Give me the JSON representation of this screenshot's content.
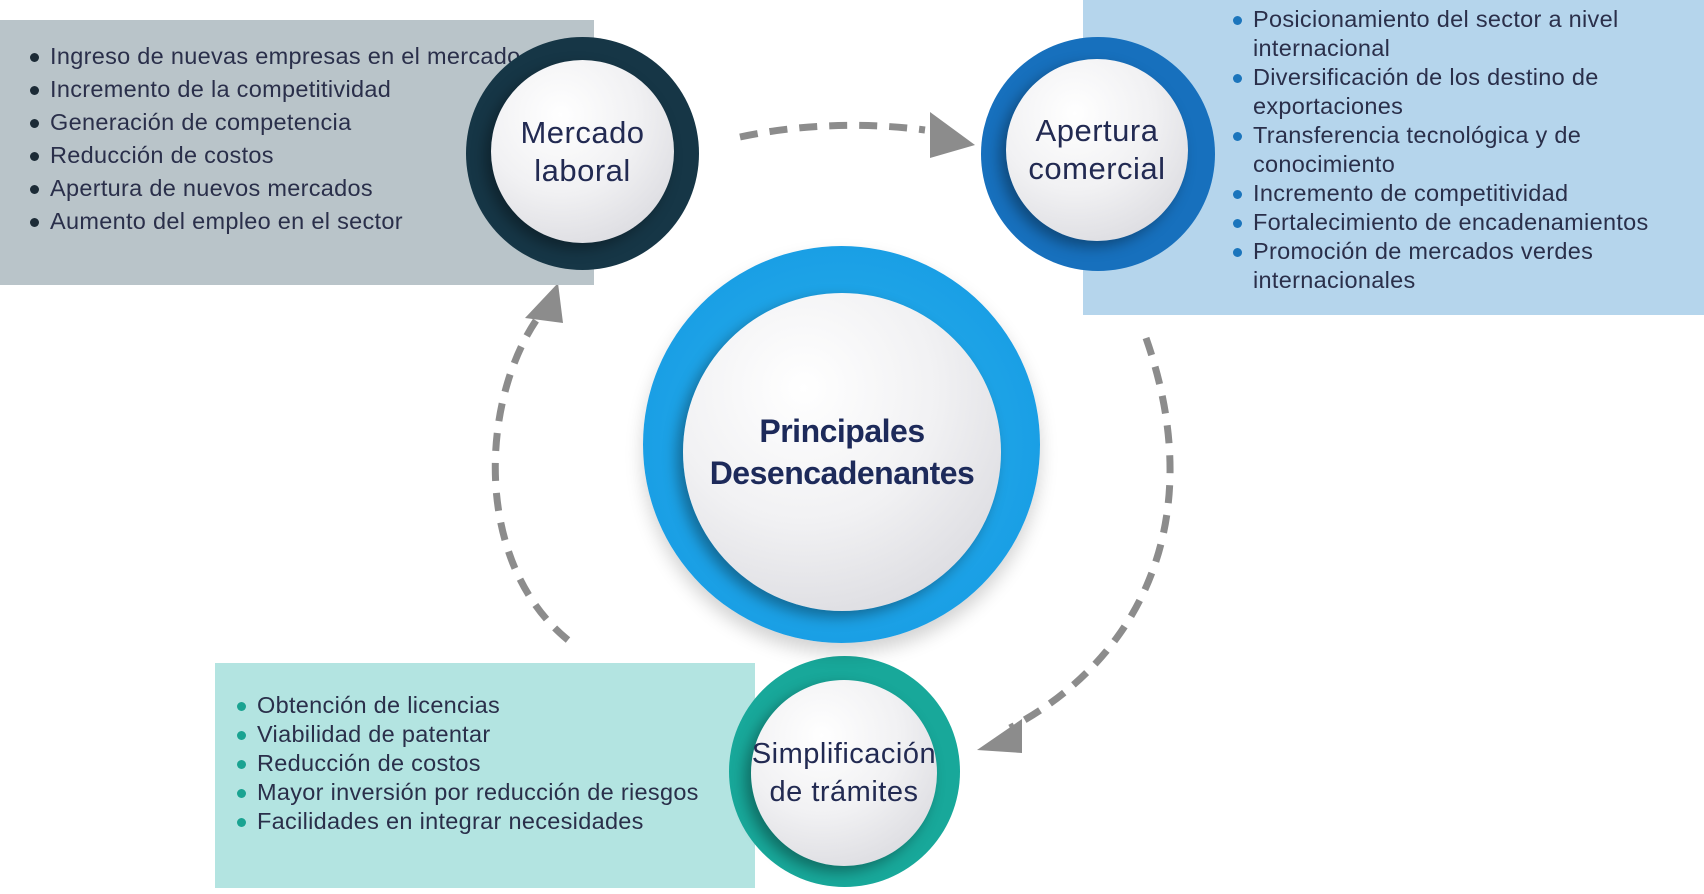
{
  "center": {
    "line1": "Principales",
    "line2": "Desencadenantes"
  },
  "nodes": {
    "mercado": {
      "label_line1": "Mercado",
      "label_line2": "laboral",
      "color": "#163646",
      "items": [
        "Ingreso de nuevas empresas en el mercado",
        "Incremento de la competitividad",
        "Generación de competencia",
        "Reducción de costos",
        "Apertura de nuevos mercados",
        "Aumento del empleo en el sector"
      ]
    },
    "apertura": {
      "label_line1": "Apertura",
      "label_line2": "comercial",
      "color": "#1770bd",
      "items": [
        "Posicionamiento del sector a nivel internacional",
        "Diversificación de los destino de exportaciones",
        "Transferencia tecnológica y de conocimiento",
        "Incremento de competitividad",
        "Fortalecimiento de encadenamientos",
        "Promoción de mercados verdes internacionales"
      ]
    },
    "simplificacion": {
      "label_line1": "Simplificación",
      "label_line2": "de trámites",
      "color": "#18a89a",
      "items": [
        "Obtención de licencias",
        "Viabilidad de patentar",
        "Reducción de costos",
        "Mayor inversión por reducción de riesgos",
        "Facilidades en integrar necesidades"
      ]
    }
  }
}
